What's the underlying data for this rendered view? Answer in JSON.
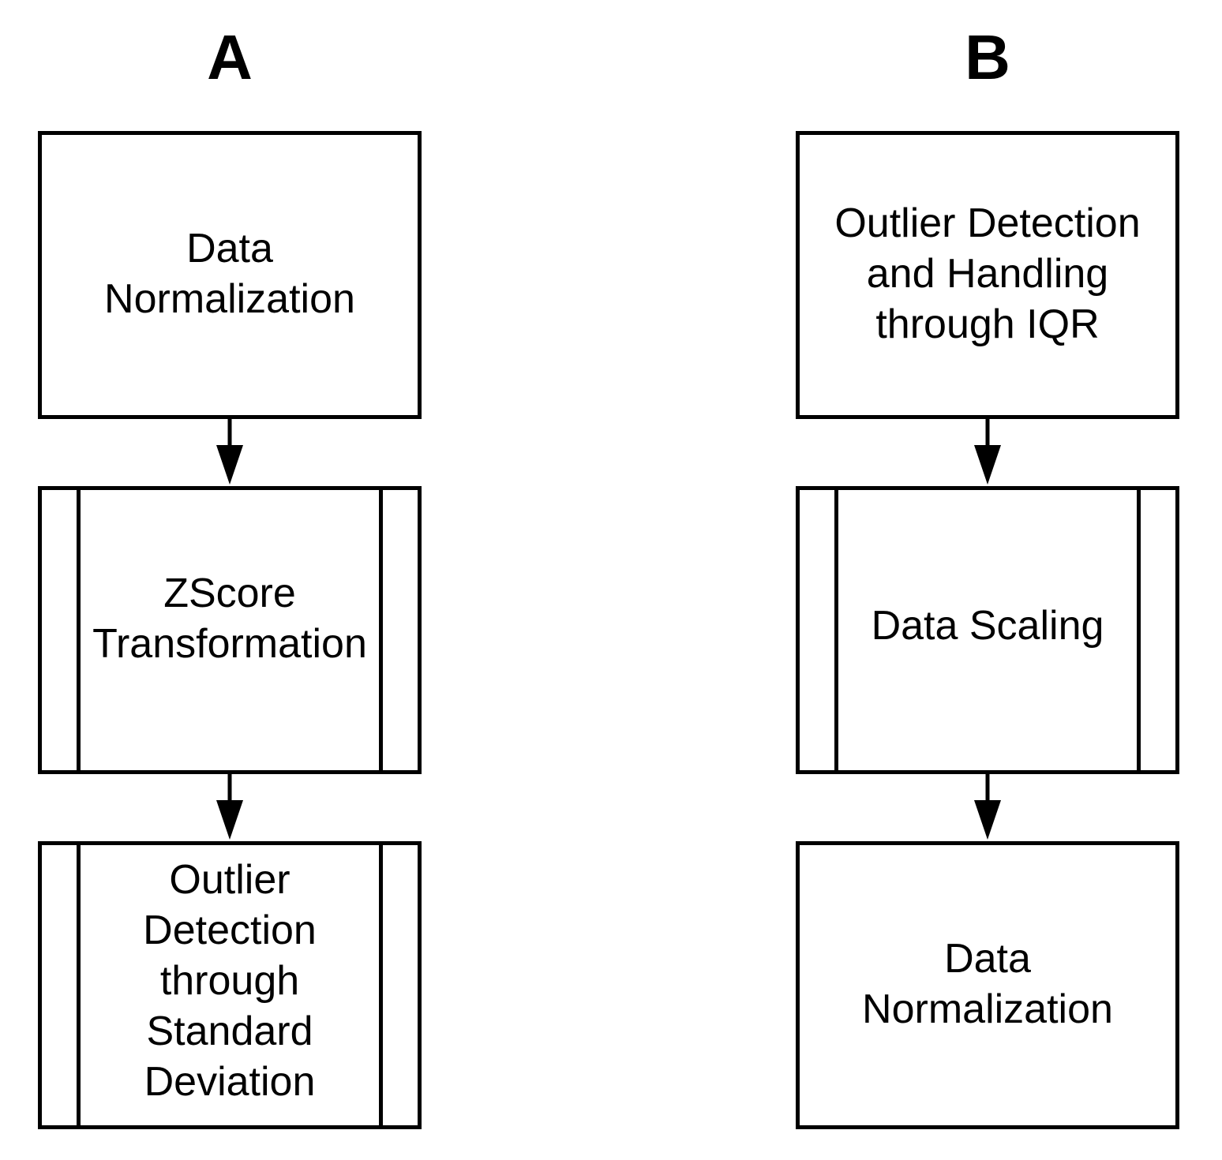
{
  "panels": {
    "a": {
      "label": "A",
      "steps": [
        {
          "text": "Data\nNormalization",
          "shape": "process"
        },
        {
          "text": "ZScore\nTransformation",
          "shape": "predefined-process"
        },
        {
          "text": "Outlier\nDetection\nthrough\nStandard\nDeviation",
          "shape": "predefined-process"
        }
      ]
    },
    "b": {
      "label": "B",
      "steps": [
        {
          "text": "Outlier Detection\nand Handling\nthrough IQR",
          "shape": "process"
        },
        {
          "text": "Data Scaling",
          "shape": "predefined-process"
        },
        {
          "text": "Data\nNormalization",
          "shape": "process"
        }
      ]
    }
  },
  "colors": {
    "stroke": "#000000",
    "background": "#ffffff"
  }
}
